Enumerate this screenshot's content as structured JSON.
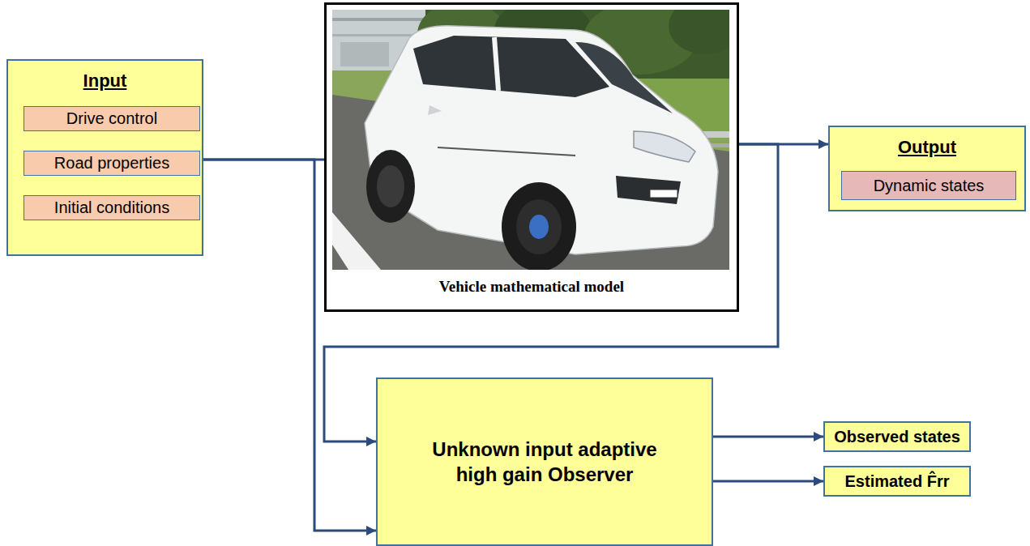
{
  "diagram": {
    "nodes": [
      {
        "text": [
          "Input"
        ]
      },
      {
        "text": [
          "Drive control"
        ],
        "in": 0
      },
      {
        "text": [
          "Road properties"
        ],
        "in": 0
      },
      {
        "text": [
          "Initial conditions"
        ],
        "in": 0
      },
      {
        "text": [
          "Vehicle mathematical model"
        ]
      },
      {
        "text": [
          "Output"
        ]
      },
      {
        "text": [
          "Dynamic states"
        ],
        "in": 5
      },
      {
        "text": [
          "Unknown input adaptive high gain Observer"
        ]
      },
      {
        "text": [
          "Observed states"
        ]
      },
      {
        "text": [
          "Estimated F̂rr"
        ]
      }
    ],
    "edges": [
      {
        "from": 0,
        "to": 4,
        "arrow": "none"
      },
      {
        "from": 0,
        "to": 7,
        "arrow": "to"
      },
      {
        "from": 4,
        "to": 5,
        "arrow": "to"
      },
      {
        "from": 4,
        "to": 7,
        "arrow": "to"
      },
      {
        "from": 7,
        "to": 8,
        "arrow": "to"
      },
      {
        "from": 7,
        "to": 9,
        "arrow": "to"
      }
    ]
  }
}
